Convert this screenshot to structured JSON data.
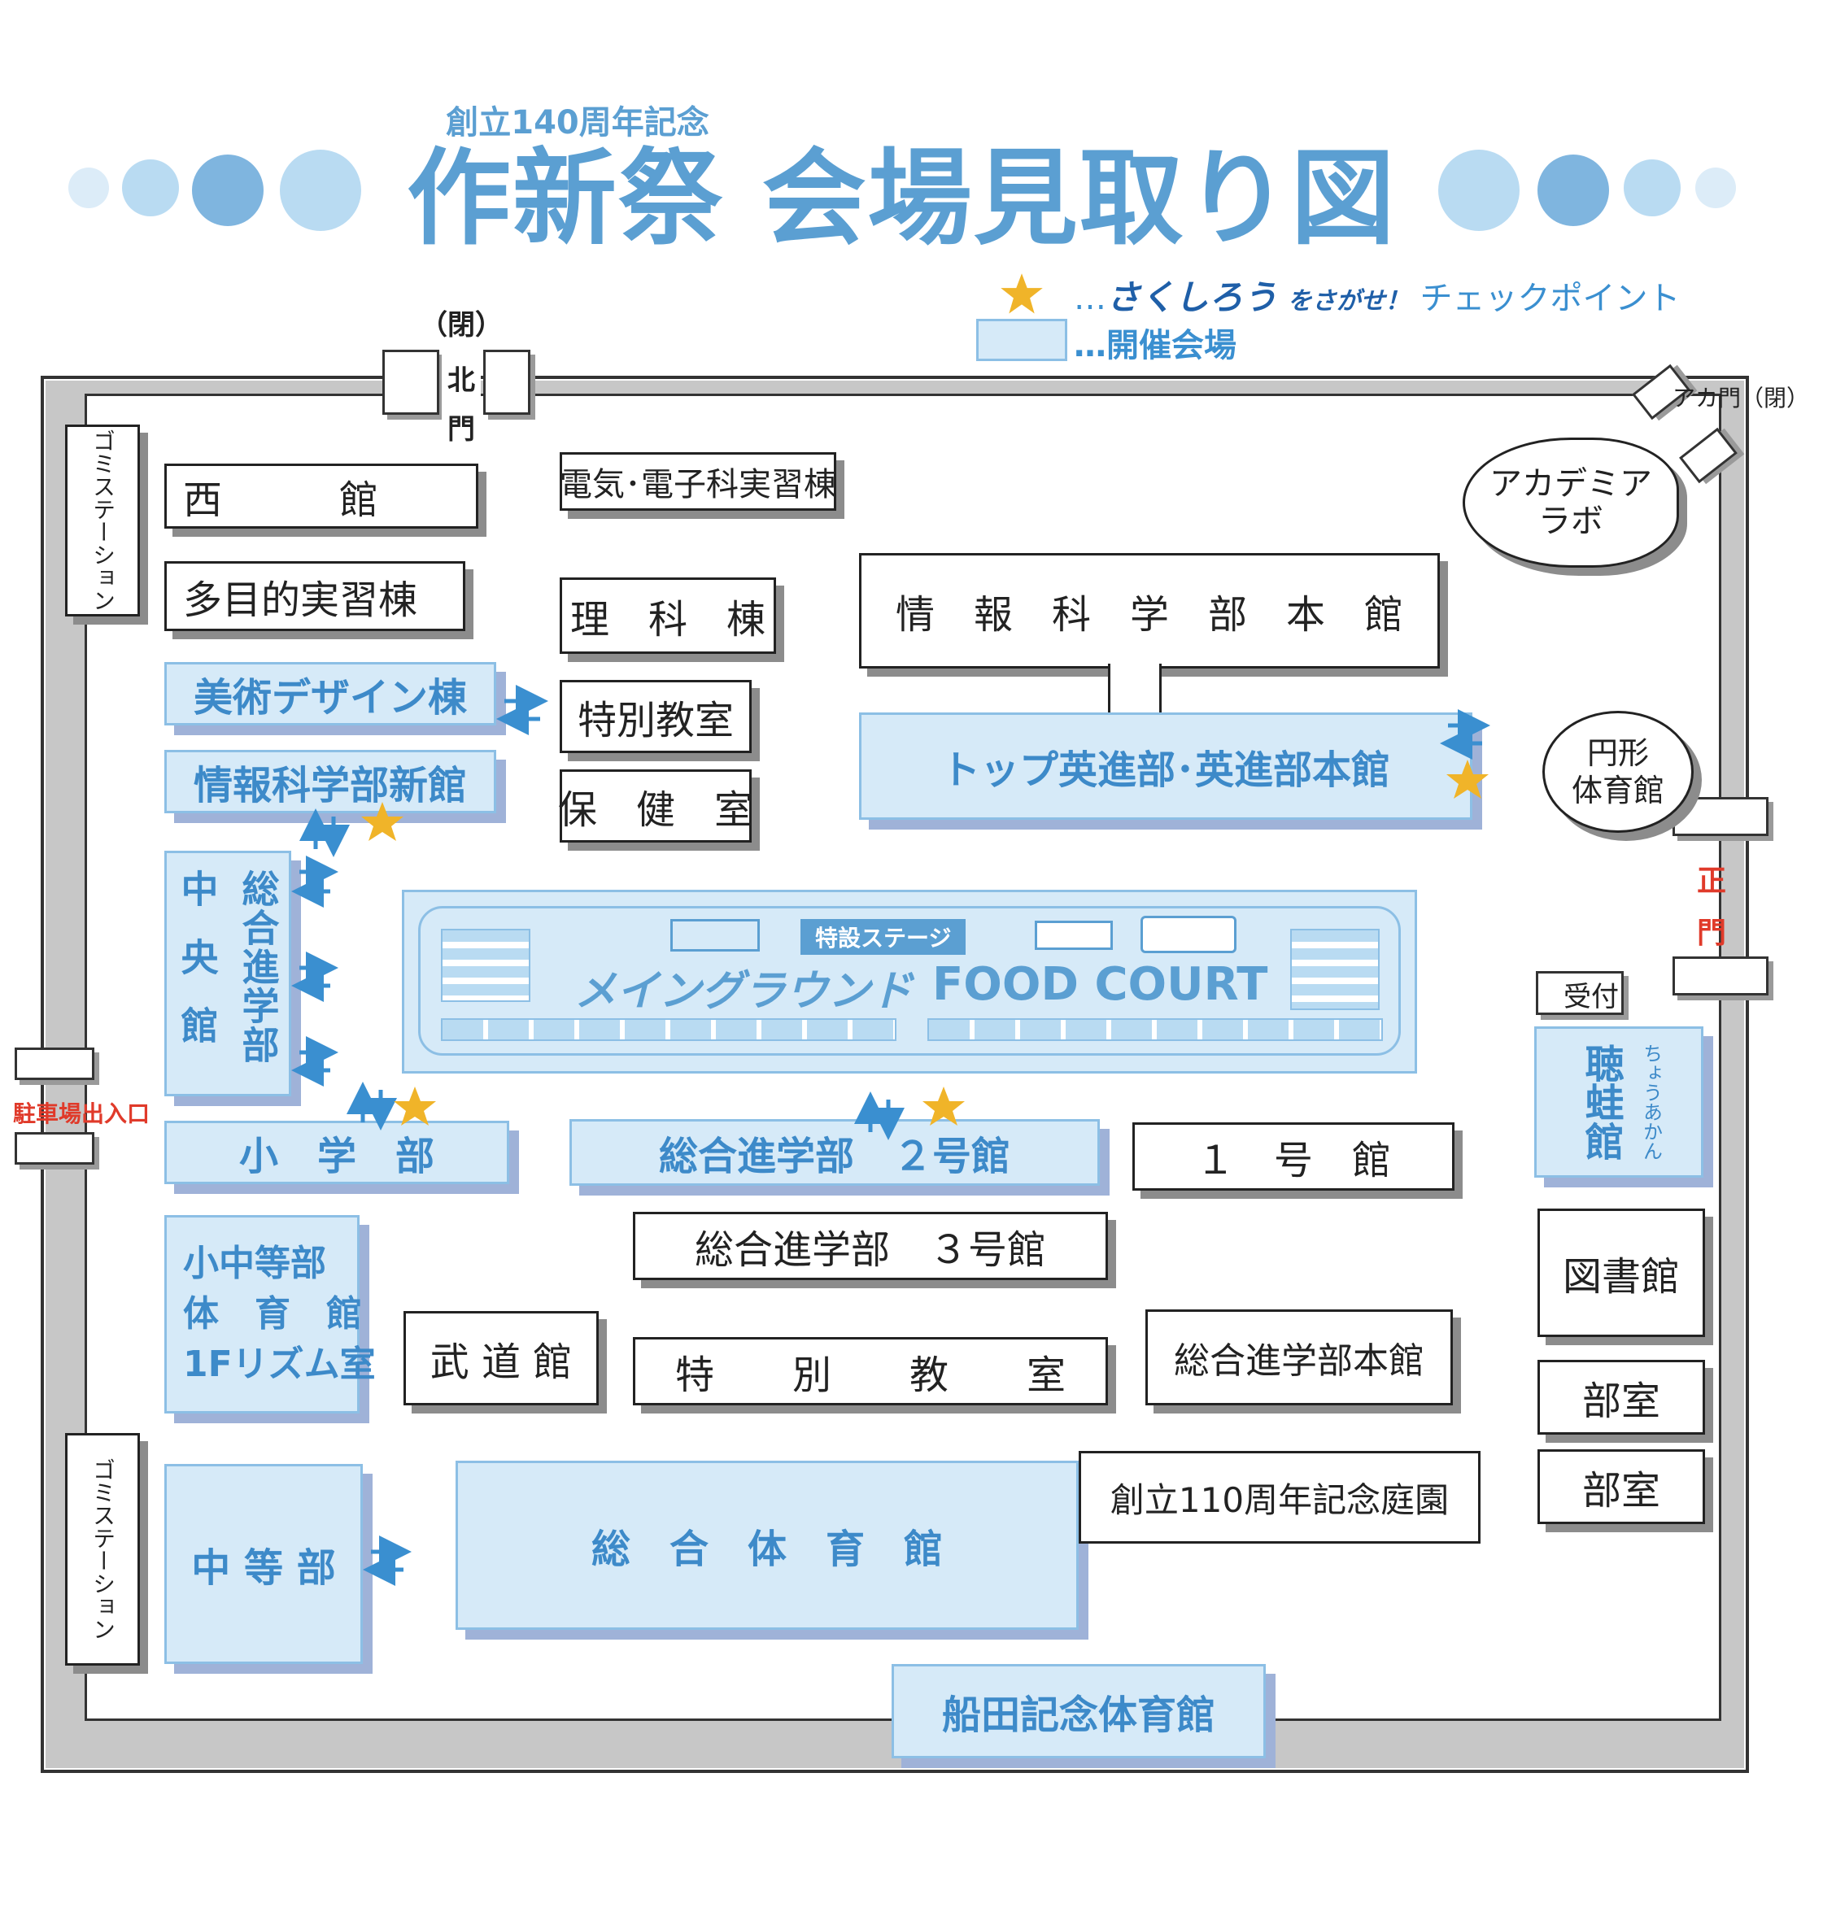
{
  "header": {
    "subtitle": "創立140周年記念",
    "title": "作新祭 会場見取り図"
  },
  "legend": {
    "star_prefix": "…",
    "star_name": "さくしろう",
    "star_middle": "をさがせ！",
    "star_suffix": "チェックポイント",
    "venue_text": "…開催会場"
  },
  "colors": {
    "venue_fill": "#d6eaf8",
    "venue_border": "#8cbfe5",
    "venue_text": "#3d8ac9",
    "star": "#f0b429",
    "arrow": "#3a8fd0",
    "gate_text": "#e03a2a"
  },
  "gates": {
    "north_closed": "（閉）",
    "north_char1": "北",
    "north_char2": "門",
    "aka_gate": "アカ門（閉）",
    "main_char1": "正",
    "main_char2": "門",
    "parking": "駐車場出入口",
    "reception": "受付"
  },
  "buildings": {
    "nishikan": "西　　　館",
    "tamokuteki": "多目的実習棟",
    "denki": "電気･電子科実習棟",
    "rika": "理　科　棟",
    "tokubetsu_small": "特別教室",
    "hoken": "保　健　室",
    "bijutsu": "美術デザイン棟",
    "joho_shinkan": "情報科学部新館",
    "joho_honkan": "情　報　科　学　部　本　館",
    "top_eishin": "トップ英進部･英進部本館",
    "academia": "アカデミア\nラボ",
    "enkei": "円形\n体育館",
    "chuo_a": "中央館",
    "chuo_b": "総合進学部",
    "main_ground": "メイングラウンド",
    "food_court": "FOOD COURT",
    "stage": "特設ステージ",
    "shogakubu": "小　学　部",
    "sogo2": "総合進学部　２号館",
    "ichigo": "１　号　館",
    "sogo3": "総合進学部　３号館",
    "shochu_gym": [
      "小中等部",
      "体　育　館",
      "1Fリズム室"
    ],
    "budokan": "武 道 館",
    "tokubetsu_large": "特　　別　　教　　室",
    "sogo_honkan": "総合進学部本館",
    "chotokan": "聴蛙館",
    "chotokan_ruby": "ちょうあかん",
    "toshokan": "図書館",
    "bushitsu1": "部室",
    "bushitsu2": "部室",
    "gomi1": "ゴミステーション",
    "gomi2": "ゴミステーション",
    "chuto": "中 等 部",
    "sogo_gym": "総　合　体　育　館",
    "teien": "創立110周年記念庭園",
    "funada": "船田記念体育館"
  }
}
